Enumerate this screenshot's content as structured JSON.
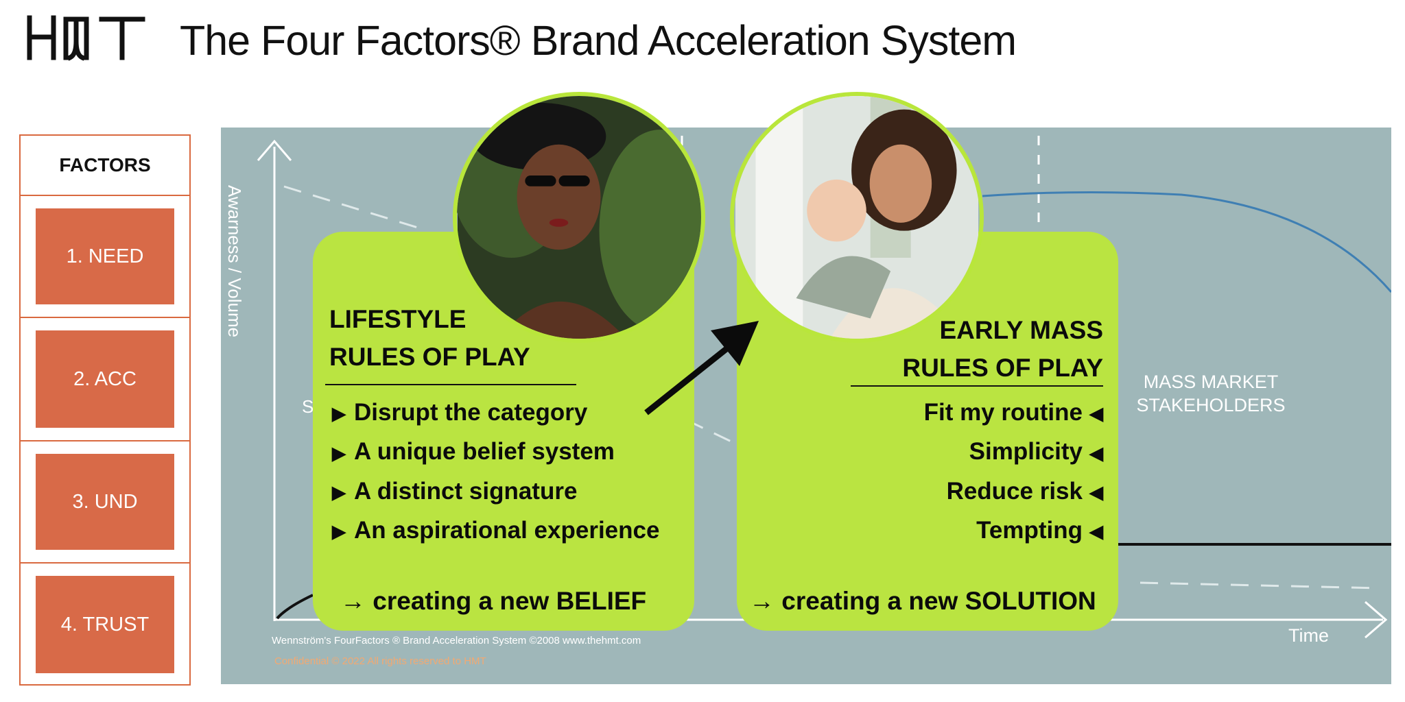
{
  "header": {
    "logo_text": "HMT",
    "title": "The Four Factors® Brand Acceleration System"
  },
  "factors": {
    "header": "FACTORS",
    "items": [
      "1. NEED",
      "2. ACC",
      "3. UND",
      "4. TRUST"
    ]
  },
  "chart": {
    "y_label": "Awarness / Volume",
    "x_label": "Time",
    "partial_label": "S",
    "mass_label_line1": "MASS MARKET",
    "mass_label_line2": "STAKEHOLDERS",
    "credit": "Wennström's FourFactors ® Brand Acceleration System ©2008 www.thehmt.com",
    "confidential": "Confidential  © 2022  All rights reserved to HMT"
  },
  "left_card": {
    "heading_line1": "LIFESTYLE",
    "heading_line2": "RULES OF PLAY",
    "bullets": [
      "Disrupt the category",
      "A unique belief system",
      "A distinct signature",
      "An  aspirational experience"
    ],
    "tagline_prefix": "→",
    "tagline": "creating a new BELIEF",
    "photo": "woman-with-hat-and-sunglasses"
  },
  "right_card": {
    "heading_line1": "EARLY MASS",
    "heading_line2": "RULES OF PLAY",
    "bullets": [
      "Fit my routine",
      "Simplicity",
      "Reduce risk",
      "Tempting"
    ],
    "tagline_prefix": "→",
    "tagline": "creating a new SOLUTION",
    "photo": "mother-holding-baby"
  },
  "colors": {
    "accent_green": "#bae441",
    "factor_orange": "#d86a48",
    "panel_gray": "#9fb7b9",
    "curve_blue": "#3f7fb3"
  }
}
